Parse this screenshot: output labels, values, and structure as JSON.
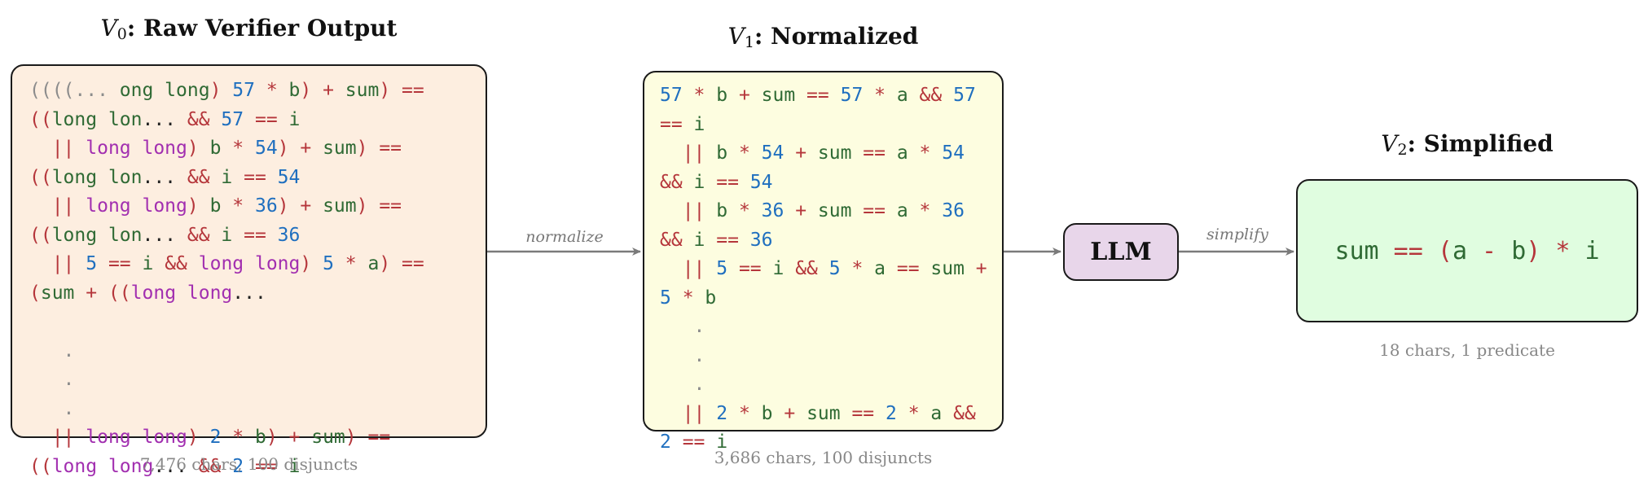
{
  "stages": [
    {
      "title_var": "V",
      "title_sub": "0",
      "title_text": ": Raw Verifier Output",
      "caption": "7,476 chars, 100 disjuncts",
      "bg": "#fdeee0",
      "lines": [
        [
          [
            "((((... ",
            "gray"
          ],
          [
            "ong long",
            "id"
          ],
          [
            ") ",
            "op"
          ],
          [
            "57",
            "num"
          ],
          [
            " * ",
            "op"
          ],
          [
            "b",
            "id"
          ],
          [
            ") + ",
            "op"
          ],
          [
            "sum",
            "id"
          ],
          [
            ") ==",
            "op"
          ]
        ],
        [
          [
            "((",
            "op"
          ],
          [
            "long lon",
            "id"
          ],
          [
            "... ",
            "plain"
          ],
          [
            "&&",
            "op"
          ],
          [
            " 57",
            "num"
          ],
          [
            " == ",
            "op"
          ],
          [
            "i",
            "id"
          ]
        ],
        [
          [
            "  || ",
            "op"
          ],
          [
            "long long",
            "kw"
          ],
          [
            ") ",
            "op"
          ],
          [
            "b",
            "id"
          ],
          [
            " * ",
            "op"
          ],
          [
            "54",
            "num"
          ],
          [
            ") + ",
            "op"
          ],
          [
            "sum",
            "id"
          ],
          [
            ") ==",
            "op"
          ]
        ],
        [
          [
            "((",
            "op"
          ],
          [
            "long lon",
            "id"
          ],
          [
            "... ",
            "plain"
          ],
          [
            "&&",
            "op"
          ],
          [
            " i",
            "id"
          ],
          [
            " == ",
            "op"
          ],
          [
            "54",
            "num"
          ]
        ],
        [
          [
            "  || ",
            "op"
          ],
          [
            "long long",
            "kw"
          ],
          [
            ") ",
            "op"
          ],
          [
            "b",
            "id"
          ],
          [
            " * ",
            "op"
          ],
          [
            "36",
            "num"
          ],
          [
            ") + ",
            "op"
          ],
          [
            "sum",
            "id"
          ],
          [
            ") ==",
            "op"
          ]
        ],
        [
          [
            "((",
            "op"
          ],
          [
            "long lon",
            "id"
          ],
          [
            "... ",
            "plain"
          ],
          [
            "&&",
            "op"
          ],
          [
            " i",
            "id"
          ],
          [
            " == ",
            "op"
          ],
          [
            "36",
            "num"
          ]
        ],
        [
          [
            "  || ",
            "op"
          ],
          [
            "5",
            "num"
          ],
          [
            " == ",
            "op"
          ],
          [
            "i",
            "id"
          ],
          [
            " && ",
            "op"
          ],
          [
            "long long",
            "kw"
          ],
          [
            ") ",
            "op"
          ],
          [
            "5",
            "num"
          ],
          [
            " * ",
            "op"
          ],
          [
            "a",
            "id"
          ],
          [
            ") ==",
            "op"
          ]
        ],
        [
          [
            "(",
            "op"
          ],
          [
            "sum",
            "id"
          ],
          [
            " + ((",
            "op"
          ],
          [
            "long long",
            "kw"
          ],
          [
            "...",
            "plain"
          ]
        ],
        [],
        [
          [
            "   .",
            "gray"
          ]
        ],
        [
          [
            "   .",
            "gray"
          ]
        ],
        [
          [
            "   .",
            "gray"
          ]
        ],
        [
          [
            "  || ",
            "op"
          ],
          [
            "long long",
            "kw"
          ],
          [
            ") ",
            "op"
          ],
          [
            "2",
            "num"
          ],
          [
            " * ",
            "op"
          ],
          [
            "b",
            "id"
          ],
          [
            ") + ",
            "op"
          ],
          [
            "sum",
            "id"
          ],
          [
            ") ==",
            "op"
          ]
        ],
        [
          [
            "((",
            "op"
          ],
          [
            "long long",
            "kw"
          ],
          [
            "... ",
            "plain"
          ],
          [
            "&&",
            "op"
          ],
          [
            " 2",
            "num"
          ],
          [
            " == ",
            "op"
          ],
          [
            "i",
            "id"
          ]
        ]
      ]
    },
    {
      "title_var": "V",
      "title_sub": "1",
      "title_text": ": Normalized",
      "caption": "3,686 chars, 100 disjuncts",
      "bg": "#fdfde0",
      "lines": [
        [
          [
            "57",
            "num"
          ],
          [
            " * ",
            "op"
          ],
          [
            "b",
            "id"
          ],
          [
            " + ",
            "op"
          ],
          [
            "sum",
            "id"
          ],
          [
            " == ",
            "op"
          ],
          [
            "57",
            "num"
          ],
          [
            " * ",
            "op"
          ],
          [
            "a",
            "id"
          ],
          [
            " && ",
            "op"
          ],
          [
            "57",
            "num"
          ]
        ],
        [
          [
            "==",
            "op"
          ],
          [
            " i",
            "id"
          ]
        ],
        [
          [
            "  || ",
            "op"
          ],
          [
            "b",
            "id"
          ],
          [
            " * ",
            "op"
          ],
          [
            "54",
            "num"
          ],
          [
            " + ",
            "op"
          ],
          [
            "sum",
            "id"
          ],
          [
            " == ",
            "op"
          ],
          [
            "a",
            "id"
          ],
          [
            " * ",
            "op"
          ],
          [
            "54",
            "num"
          ]
        ],
        [
          [
            "&&",
            "op"
          ],
          [
            " i",
            "id"
          ],
          [
            " == ",
            "op"
          ],
          [
            "54",
            "num"
          ]
        ],
        [
          [
            "  || ",
            "op"
          ],
          [
            "b",
            "id"
          ],
          [
            " * ",
            "op"
          ],
          [
            "36",
            "num"
          ],
          [
            " + ",
            "op"
          ],
          [
            "sum",
            "id"
          ],
          [
            " == ",
            "op"
          ],
          [
            "a",
            "id"
          ],
          [
            " * ",
            "op"
          ],
          [
            "36",
            "num"
          ]
        ],
        [
          [
            "&&",
            "op"
          ],
          [
            " i",
            "id"
          ],
          [
            " == ",
            "op"
          ],
          [
            "36",
            "num"
          ]
        ],
        [
          [
            "  || ",
            "op"
          ],
          [
            "5",
            "num"
          ],
          [
            " == ",
            "op"
          ],
          [
            "i",
            "id"
          ],
          [
            " && ",
            "op"
          ],
          [
            "5",
            "num"
          ],
          [
            " * ",
            "op"
          ],
          [
            "a",
            "id"
          ],
          [
            " == ",
            "op"
          ],
          [
            "sum",
            "id"
          ],
          [
            " +",
            "op"
          ]
        ],
        [
          [
            "5",
            "num"
          ],
          [
            " * ",
            "op"
          ],
          [
            "b",
            "id"
          ]
        ],
        [
          [
            "   .",
            "gray"
          ]
        ],
        [
          [
            "   .",
            "gray"
          ]
        ],
        [
          [
            "   .",
            "gray"
          ]
        ],
        [
          [
            "  || ",
            "op"
          ],
          [
            "2",
            "num"
          ],
          [
            " * ",
            "op"
          ],
          [
            "b",
            "id"
          ],
          [
            " + ",
            "op"
          ],
          [
            "sum",
            "id"
          ],
          [
            " == ",
            "op"
          ],
          [
            "2",
            "num"
          ],
          [
            " * ",
            "op"
          ],
          [
            "a",
            "id"
          ],
          [
            " &&",
            "op"
          ]
        ],
        [
          [
            "2",
            "num"
          ],
          [
            " == ",
            "op"
          ],
          [
            "i",
            "id"
          ]
        ]
      ]
    },
    {
      "title_var": "V",
      "title_sub": "2",
      "title_text": ": Simplified",
      "caption": "18 chars, 1 predicate",
      "bg": "#e0fde0",
      "lines": [
        [
          [
            "sum",
            "id"
          ],
          [
            " == ",
            "op"
          ],
          [
            "(",
            "op"
          ],
          [
            "a",
            "id"
          ],
          [
            " - ",
            "op"
          ],
          [
            "b",
            "id"
          ],
          [
            ")",
            "op"
          ],
          [
            " * ",
            "op"
          ],
          [
            "i",
            "id"
          ]
        ]
      ]
    }
  ],
  "llm_label": "LLM",
  "edges": {
    "normalize": "normalize",
    "simplify": "simplify"
  },
  "colors": {
    "op": "#b5363b",
    "num": "#1f6fbf",
    "id": "#2f6a34",
    "kw": "#a22fb0",
    "gray": "#8c8c8c",
    "plain": "#222222",
    "arrow": "#7a7a7a"
  }
}
